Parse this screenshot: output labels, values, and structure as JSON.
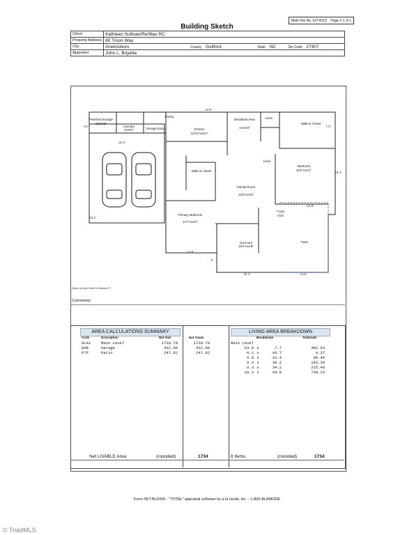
{
  "header": {
    "file_label": "Main File No. 6X74313",
    "page_label": "Page # 1 of 1",
    "title": "Building Sketch",
    "client_label": "Client",
    "client": "Kathleen Sullivan/Re/Max RC",
    "address_label": "Property Address",
    "address": "60 Troon Way",
    "city_label": "City",
    "city": "Greensboro",
    "county_label": "County",
    "county": "Guilford",
    "state_label": "State",
    "state": "NC",
    "zip_label": "Zip Code",
    "zip": "27407",
    "appraiser_label": "Appraiser",
    "appraiser": "John L. Boyette"
  },
  "sketch": {
    "rooms": [
      {
        "name": "Finished Storage",
        "dims": "5'10\"x5'"
      },
      {
        "name": "Laundry",
        "dims": "5'x5'0\""
      },
      {
        "name": "Pantry",
        "dims": ""
      },
      {
        "name": "Garage Entry",
        "dims": ""
      },
      {
        "name": "Kitchen",
        "dims": "13'10\"x10'4\""
      },
      {
        "name": "Breakfast Area",
        "dims": "14'x9'3\""
      },
      {
        "name": "Linen",
        "dims": ""
      },
      {
        "name": "Walk-in Closet",
        "dims": ""
      },
      {
        "name": "Linen",
        "dims": ""
      },
      {
        "name": "Bedroom",
        "dims": "15'2\"x14'1\""
      },
      {
        "name": "Walk-in Closet",
        "dims": ""
      },
      {
        "name": "Family Room",
        "dims": "19'5\"x15'5\""
      },
      {
        "name": "Primary Bedroom",
        "dims": "14'7\"x13'4\""
      },
      {
        "name": "Foyer",
        "dims": "6'x4'"
      },
      {
        "name": "Sunroom",
        "dims": "15'4\"x11'8\""
      },
      {
        "name": "Patio",
        "dims": ""
      }
    ],
    "measures": [
      "43.9'",
      "20.2'",
      "13.8'",
      "16.4'",
      "14.9'",
      "10.9'",
      "30.2'",
      "4.5'",
      "7.5'",
      "16.3'",
      "6'"
    ],
    "credit": "(Sketch by Apex Sketch v5 Standard™)"
  },
  "comments_label": "Comments:",
  "area_summary": {
    "title": "AREA CALCULATIONS SUMMARY",
    "col_code": "Code",
    "col_desc": "Description",
    "col_net": "Net Size",
    "col_total": "Net Totals",
    "rows": [
      {
        "code": "GLA1",
        "desc": "Main Level",
        "net": "1733.78",
        "total": "1733.78"
      },
      {
        "code": "GAR",
        "desc": "Garage",
        "net": "412.08",
        "total": "412.08"
      },
      {
        "code": "P/P",
        "desc": "Patio",
        "net": "247.82",
        "total": "247.82"
      }
    ],
    "footer_label": "Net LIVABLE Area",
    "footer_rounded": "(rounded)",
    "footer_value": "1734"
  },
  "living_breakdown": {
    "title": "LIVING AREA BREAKDOWN",
    "col_breakdown": "Breakdown",
    "col_subtotals": "Subtotals",
    "section_label": "Main Level",
    "rows": [
      {
        "a": "63.9",
        "b": "7.7",
        "sub": "492.03"
      },
      {
        "a": "0.1",
        "b": "43.7",
        "sub": "4.37"
      },
      {
        "a": "6.0",
        "b": "16.4",
        "sub": "98.40"
      },
      {
        "a": "6.4",
        "b": "30.2",
        "sub": "193.28"
      },
      {
        "a": "6.3",
        "b": "34.2",
        "sub": "215.46"
      },
      {
        "a": "16.3",
        "b": "44.8",
        "sub": "730.24"
      }
    ],
    "times": "x",
    "footer_items": "6 Items",
    "footer_rounded": "(rounded)",
    "footer_value": "1734"
  },
  "footer_text": "Form SKT.BLDSKI - \"TOTAL\" appraisal software by a la mode, inc. - 1-800-ALAMODE",
  "watermark": "© TriadMLS"
}
